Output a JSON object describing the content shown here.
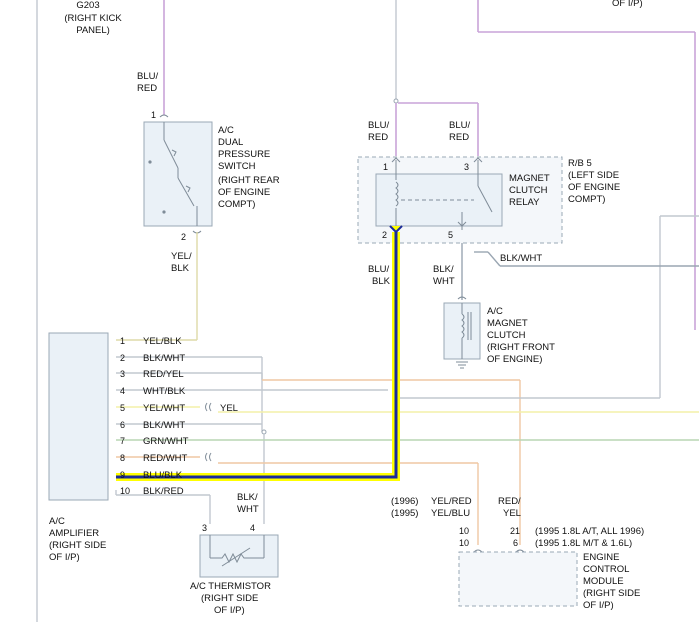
{
  "ground": {
    "id": "G203",
    "line1": "(RIGHT KICK",
    "line2": "PANEL)"
  },
  "top_right_text": "OF I/P)",
  "dual_pressure_switch": {
    "label_lines": [
      "A/C",
      "DUAL",
      "PRESSURE",
      "SWITCH",
      "(RIGHT REAR",
      "OF ENGINE",
      "COMPT)"
    ],
    "pin_in": "1",
    "pin_out": "2",
    "wire_in": [
      "BLU/",
      "RED"
    ],
    "wire_out": [
      "YEL/",
      "BLK"
    ]
  },
  "relay": {
    "label_lines": [
      "MAGNET",
      "CLUTCH",
      "RELAY"
    ],
    "rb_lines": [
      "R/B 5",
      "(LEFT SIDE",
      "OF ENGINE",
      "COMPT)"
    ],
    "pins": {
      "p1": "1",
      "p3": "3",
      "p2": "2",
      "p5": "5"
    },
    "wire_p1": [
      "BLU/",
      "RED"
    ],
    "wire_p3": [
      "BLU/",
      "RED"
    ],
    "wire_p2": [
      "BLU/",
      "BLK"
    ],
    "wire_p5": [
      "BLK/",
      "WHT"
    ],
    "branch_wire": "BLK/WHT"
  },
  "magnet_clutch": {
    "label_lines": [
      "A/C",
      "MAGNET",
      "CLUTCH",
      "(RIGHT FRONT",
      "OF ENGINE)"
    ]
  },
  "amplifier": {
    "label_lines": [
      "A/C",
      "AMPLIFIER",
      "(RIGHT SIDE",
      "OF I/P)"
    ],
    "pins": [
      {
        "num": "1",
        "wire": "YEL/BLK"
      },
      {
        "num": "2",
        "wire": "BLK/WHT"
      },
      {
        "num": "3",
        "wire": "RED/YEL"
      },
      {
        "num": "4",
        "wire": "WHT/BLK"
      },
      {
        "num": "5",
        "wire": "YEL/WHT"
      },
      {
        "num": "6",
        "wire": "BLK/WHT"
      },
      {
        "num": "7",
        "wire": "GRN/WHT"
      },
      {
        "num": "8",
        "wire": "RED/WHT"
      },
      {
        "num": "9",
        "wire": "BLU/BLK"
      },
      {
        "num": "10",
        "wire": "BLK/RED"
      }
    ],
    "yel_tag": "YEL"
  },
  "thermistor": {
    "label_lines": [
      "A/C THERMISTOR",
      "(RIGHT SIDE",
      "OF I/P)"
    ],
    "pin_a": "3",
    "pin_b": "4",
    "wire": [
      "BLK/",
      "WHT"
    ]
  },
  "ecm": {
    "label_lines": [
      "ENGINE",
      "CONTROL",
      "MODULE",
      "(RIGHT SIDE",
      "OF I/P)"
    ],
    "year_lines": [
      "(1996)",
      "(1995)"
    ],
    "wire_a": [
      "YEL/RED",
      "YEL/BLU"
    ],
    "wire_b": [
      "RED/",
      "YEL"
    ],
    "pins_a": [
      "10",
      "10"
    ],
    "pins_b": [
      "21",
      "6"
    ],
    "note_lines": [
      "(1995 1.8L A/T, ALL 1996)",
      "(1995 1.8L M/T & 1.6L)"
    ]
  },
  "colors": {
    "highlight": "#ffff00",
    "circuit": "#1a2a9c",
    "component_fill": "#eaf1f7",
    "purple_wire": "#c9a4d8",
    "orange_wire": "#efc7a4"
  }
}
